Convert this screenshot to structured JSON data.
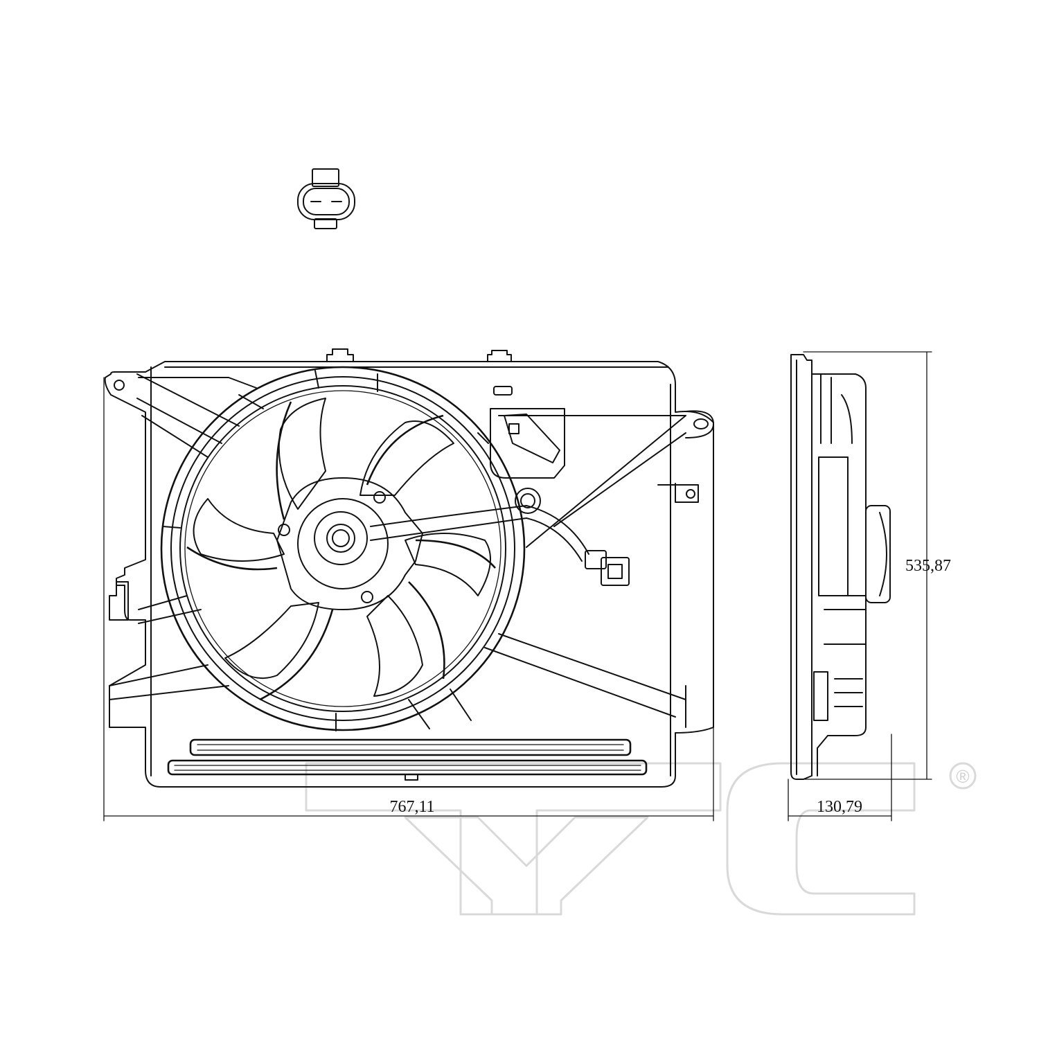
{
  "dimensions": {
    "width": "767,11",
    "height": "535,87",
    "depth": "130,79"
  },
  "watermark": {
    "brand": "TYC",
    "registered_mark": "®",
    "color": "#d9d9d9"
  },
  "colors": {
    "line": "#111111",
    "background": "#ffffff"
  }
}
